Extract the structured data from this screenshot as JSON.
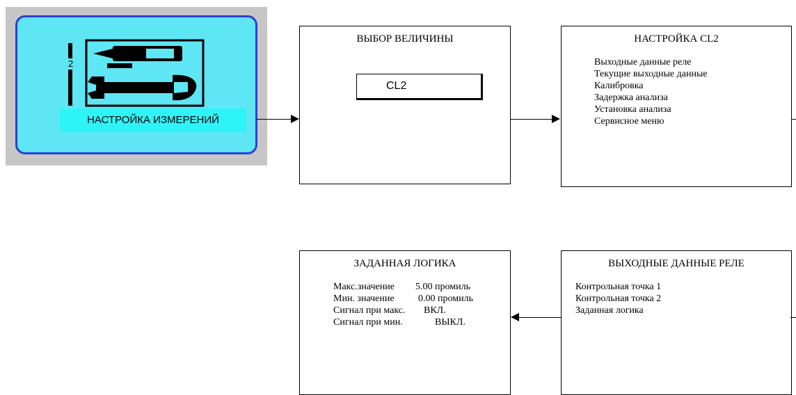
{
  "tile": {
    "label": "НАСТРОЙКА ИЗМЕРЕНИЙ",
    "number": "2",
    "icon": "tools-icon"
  },
  "select_box": {
    "title": "ВЫБОР ВЕЛИЧИНЫ",
    "value": "CL2"
  },
  "setup_box": {
    "title": "НАСТРОЙКА CL2",
    "items": [
      "Выходные данные реле",
      "Текущие выходные данные",
      "Калибровка",
      "Задержка анализа",
      "Установка анализа",
      "Сервисное меню"
    ]
  },
  "logic_box": {
    "title": "ЗАДАННАЯ ЛОГИКА",
    "rows": [
      {
        "label": "Макс.значение",
        "value": "5.00 промиль"
      },
      {
        "label": "Мин. значение",
        "value": "0.00 промиль"
      },
      {
        "label": "Сигнал при макс.",
        "value": "ВКЛ."
      },
      {
        "label": "Сигнал при мин.",
        "value": "ВЫКЛ."
      }
    ]
  },
  "relay_box": {
    "title": "ВЫХОДНЫЕ ДАННЫЕ РЕЛЕ",
    "items": [
      "Контрольная точка 1",
      "Контрольная точка 2",
      "Заданная логика"
    ]
  }
}
